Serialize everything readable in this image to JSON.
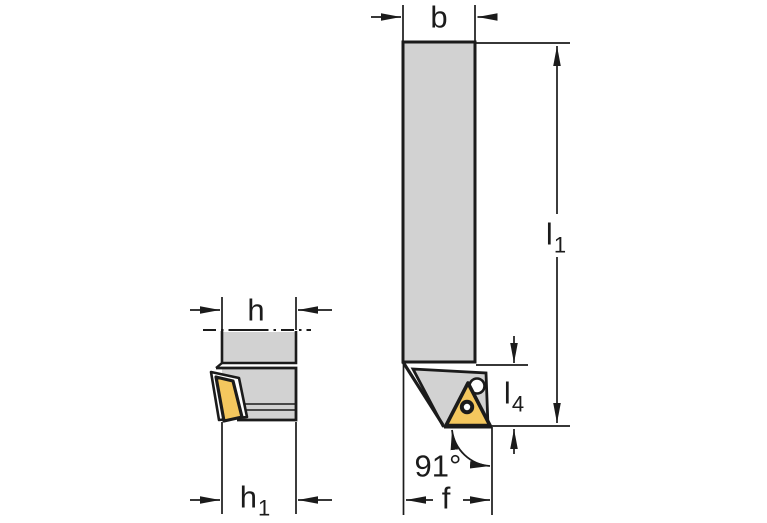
{
  "drawing": {
    "title": "Tool holder dimension drawing",
    "views": {
      "end_view": {
        "dimension_labels": [
          "h",
          "h1"
        ]
      },
      "front_view": {
        "dimension_labels": [
          "b",
          "l1",
          "l4",
          "f"
        ],
        "angle_label": "91°"
      }
    }
  },
  "labels": {
    "b": "b",
    "f": "f",
    "h": "h",
    "angle": "91°",
    "l1": {
      "base": "l",
      "sub": "1"
    },
    "l4": {
      "base": "l",
      "sub": "4"
    },
    "h1": {
      "base": "h",
      "sub": "1"
    }
  },
  "colors": {
    "holder_gray": "#d2d2d2",
    "insert_yellow": "#f4c75e",
    "outline": "#1b1b1b",
    "background": "#ffffff"
  }
}
